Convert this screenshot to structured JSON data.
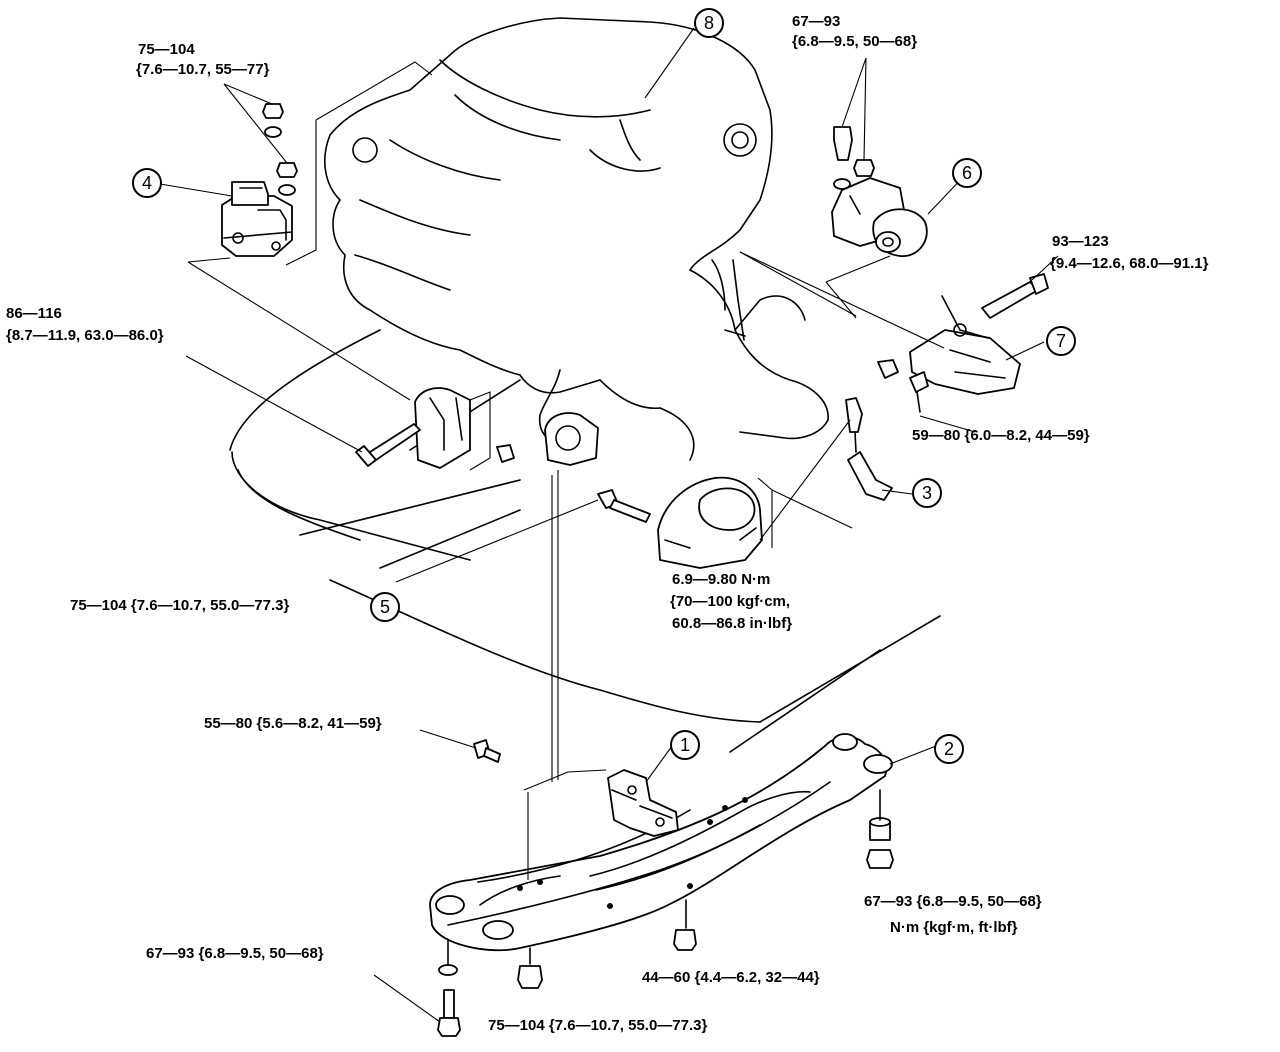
{
  "callouts": {
    "c1": "1",
    "c2": "2",
    "c3": "3",
    "c4": "4",
    "c5": "5",
    "c6": "6",
    "c7": "7",
    "c8": "8"
  },
  "torque": {
    "mount4_line1": "75—104",
    "mount4_line2": "{7.6—10.7, 55—77}",
    "mount6_line1": "67—93",
    "mount6_line2": "{6.8—9.5, 50—68}",
    "bolt7_line1": "93—123",
    "bolt7_line2": "{9.4—12.6, 68.0—91.1}",
    "left_bolt_line1": "86—116",
    "left_bolt_line2": "{8.7—11.9, 63.0—86.0}",
    "mount7_bottom": "59—80 {6.0—8.2, 44—59}",
    "small_nut_line1": "6.9—9.80 N·m",
    "small_nut_line2": "{70—100 kgf·cm,",
    "small_nut_line3": "60.8—86.8 in·lbf}",
    "bolt5": "75—104 {7.6—10.7, 55.0—77.3}",
    "crossmember_bolt": "55—80 {5.6—8.2, 41—59}",
    "right_nut": "67—93 {6.8—9.5, 50—68}",
    "unit_note": "N·m {kgf·m, ft·lbf}",
    "left_bottom_bolt": "67—93 {6.8—9.5, 50—68}",
    "center_nut": "44—60 {4.4—6.2, 32—44}",
    "bottom_nut": "75—104 {7.6—10.7, 55.0—77.3}"
  }
}
